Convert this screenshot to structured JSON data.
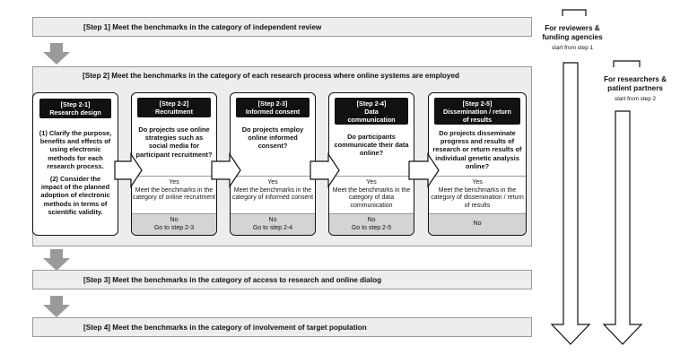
{
  "step1": {
    "label": "[Step 1] Meet the benchmarks in the category of independent review"
  },
  "step2": {
    "label": "[Step 2] Meet the benchmarks in the category of each research process where online systems are employed",
    "research_design": {
      "header_line1": "[Step 2-1]",
      "header_line2": "Research design",
      "point1": "(1) Clarify the purpose, benefits and effects of using electronic methods for each research process.",
      "point2": "(2) Consider the impact of the planned adoption of electronic methods in terms of scientific validity."
    },
    "cards": [
      {
        "header_line1": "[Step 2-2]",
        "header_line2": "Recruitment",
        "header_line3": "",
        "question": "Do projects use online strategies such as social media for participant recruitment?",
        "yes": "Yes",
        "yes_text": "Meet the benchmarks in the category of online recruitment",
        "no": "No",
        "no_text": "Go to step 2-3"
      },
      {
        "header_line1": "[Step 2-3]",
        "header_line2": "Informed consent",
        "header_line3": "",
        "question": "Do projects employ online informed consent?",
        "yes": "Yes",
        "yes_text": "Meet the benchmarks in the category of informed consent",
        "no": "No",
        "no_text": "Go to step 2-4"
      },
      {
        "header_line1": "[Step 2-4]",
        "header_line2": "Data",
        "header_line3": "communication",
        "question": "Do participants communicate their data online?",
        "yes": "Yes",
        "yes_text": "Meet the benchmarks in the category of data communication",
        "no": "No",
        "no_text": "Go to step 2-5"
      },
      {
        "header_line1": "[Step 2-5]",
        "header_line2": "Dissemination / return",
        "header_line3": "of results",
        "question": "Do projects disseminate progress and results of research or return results of individual genetic analysis online?",
        "yes": "Yes",
        "yes_text": "Meet the benchmarks in the category of dissemination / return of results",
        "no": "No",
        "no_text": ""
      }
    ]
  },
  "step3": {
    "label": "[Step 3] Meet the benchmarks in the category of access to research and online dialog"
  },
  "step4": {
    "label": "[Step 4] Meet the benchmarks in the category of involvement of target population"
  },
  "audiences": [
    {
      "title_line1": "For reviewers &",
      "title_line2": "funding agencies",
      "start": "start from step 1"
    },
    {
      "title_line1": "For researchers &",
      "title_line2": "patient partners",
      "start": "start from step 2"
    }
  ],
  "colors": {
    "panel": "#ededed",
    "header": "#111111",
    "no_box": "#d4d4d4",
    "arrow": "#9a9a9a"
  }
}
